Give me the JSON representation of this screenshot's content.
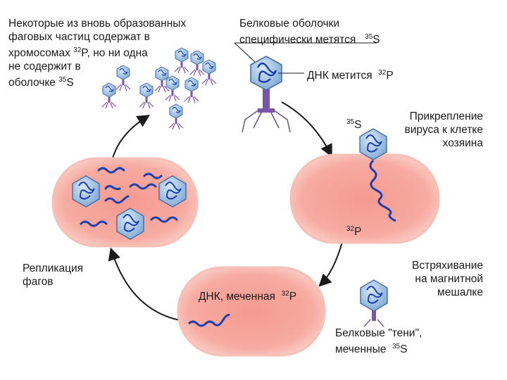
{
  "labels": {
    "top_left_note": [
      "Некоторые из вновь образованных",
      "фаговых частиц содержат в",
      "хромосомах",
      "32",
      "P, но ни одна",
      "не содержит в",
      "оболочке",
      "35",
      "S"
    ],
    "protein_coats": {
      "line1": "Белковые оболочки",
      "line2": "специфически метятся",
      "iso_sup": "35",
      "iso_el": "S"
    },
    "dna_label": {
      "text": "ДНК метится",
      "iso_sup": "32",
      "iso_el": "P"
    },
    "attached_s": {
      "iso_sup": "35",
      "iso_el": "S"
    },
    "attachment": [
      "Прикрепление",
      "вируса к клетке",
      "хозяина"
    ],
    "attached_p": {
      "iso_sup": "32",
      "iso_el": "P"
    },
    "shaking": [
      "Встряхивание",
      "на магнитной",
      "мешалке"
    ],
    "replication": [
      "Репликация",
      "фагов"
    ],
    "labeled_dna": {
      "text": "ДНК, меченная",
      "iso_sup": "32",
      "iso_el": "P"
    },
    "ghosts": {
      "line1": "Белковые \"тени\",",
      "line2": "меченные",
      "iso_sup": "35",
      "iso_el": "S"
    }
  },
  "colors": {
    "cell_fill": "#f7aaa0",
    "cell_edge": "#f7c7bf",
    "dna_blue": "#1d3fb0",
    "capsid": "#9fc4e6",
    "tail_purple": "#7b54a8",
    "arrow": "#1a1a1a"
  }
}
